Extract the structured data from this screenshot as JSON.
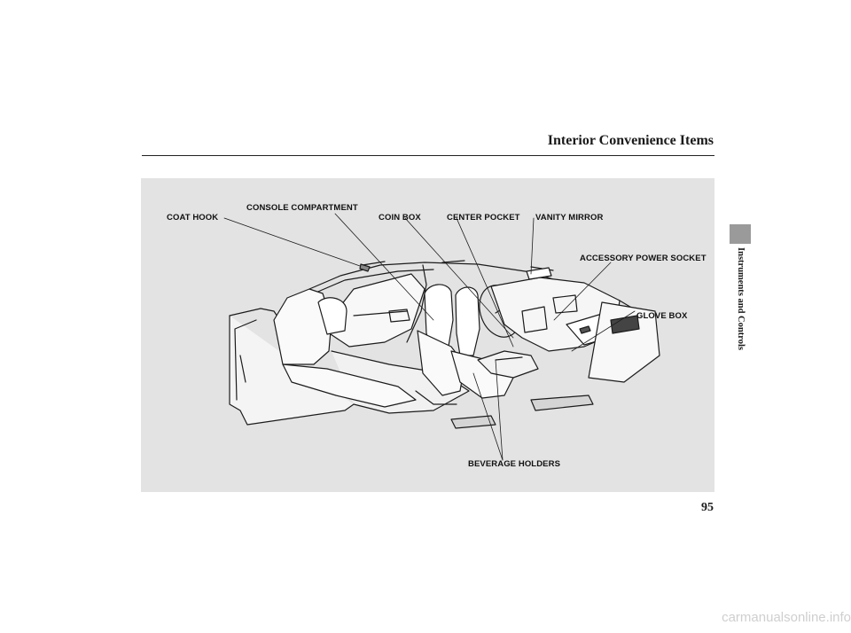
{
  "header": {
    "title": "Interior Convenience Items"
  },
  "figure": {
    "callouts": {
      "coat_hook": "COAT HOOK",
      "console_compartment": "CONSOLE COMPARTMENT",
      "coin_box": "COIN BOX",
      "center_pocket": "CENTER POCKET",
      "vanity_mirror": "VANITY MIRROR",
      "accessory_power_socket": "ACCESSORY POWER SOCKET",
      "glove_box": "GLOVE BOX",
      "beverage_holders": "BEVERAGE HOLDERS"
    }
  },
  "side_tab": {
    "label": "Instruments and Controls"
  },
  "footer": {
    "page_number": "95"
  },
  "watermark": "carmanualsonline.info"
}
